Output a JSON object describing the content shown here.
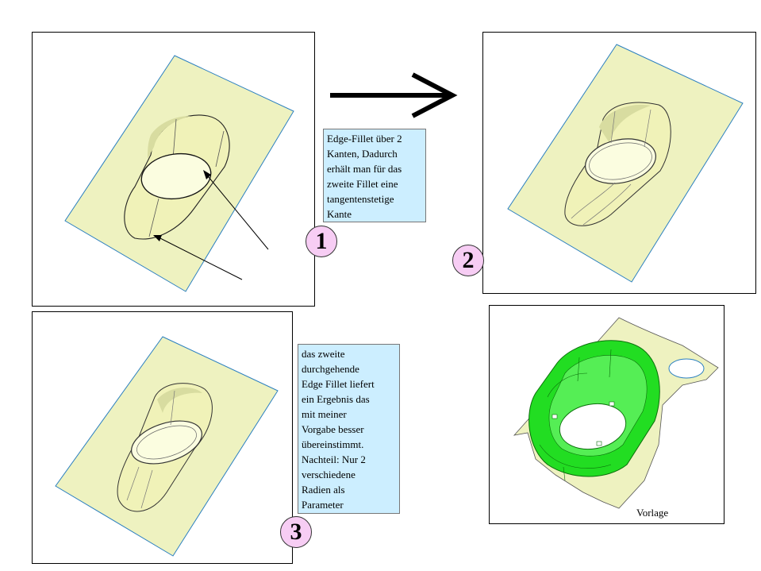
{
  "note1": {
    "lines": [
      "Edge-Fillet über 2",
      "Kanten, Dadurch",
      "erhält man für das",
      "zweite Fillet eine",
      "tangentenstetige",
      "Kante"
    ]
  },
  "note2": {
    "lines": [
      "das zweite",
      "durchgehende",
      "Edge Fillet liefert",
      "ein Ergebnis das",
      "mit meiner",
      "Vorgabe besser",
      "übereinstimmt.",
      "Nachteil: Nur 2",
      "verschiedene",
      "Radien als",
      "Parameter"
    ]
  },
  "badges": {
    "one": "1",
    "two": "2",
    "three": "3"
  },
  "caption": {
    "reference": "Vorlage"
  },
  "colors": {
    "surface": "#eef2c0",
    "surface_edge": "#2a7fc0",
    "note_bg": "#cceeff",
    "badge_bg": "#f7cdf4",
    "green": "#22dd22"
  }
}
